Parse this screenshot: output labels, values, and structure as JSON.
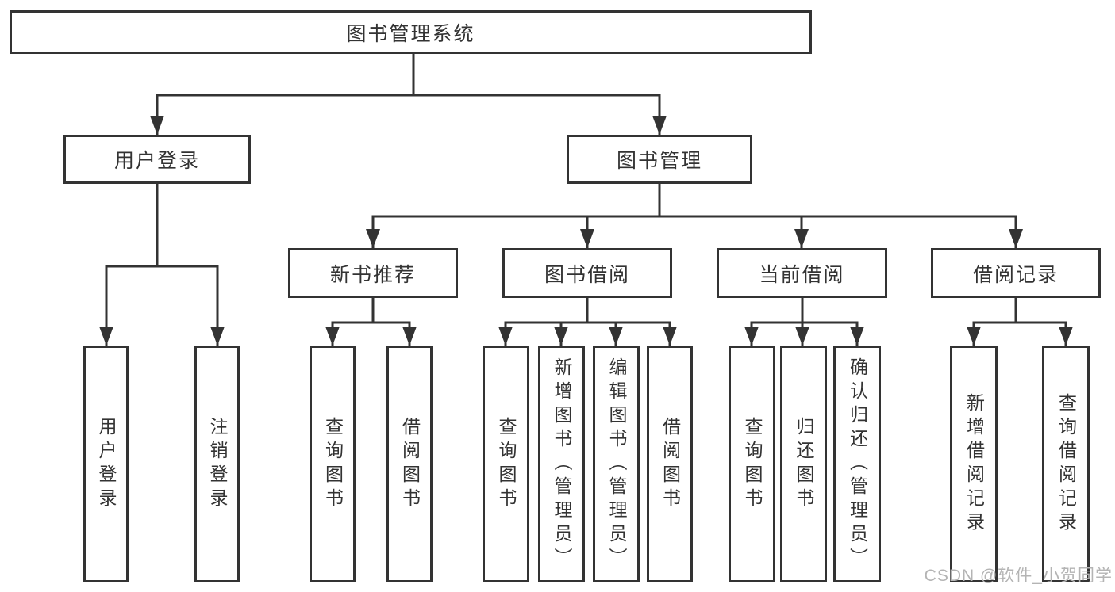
{
  "diagram": {
    "root": {
      "label": "图书管理系统"
    },
    "level2": {
      "user_login": {
        "label": "用户登录"
      },
      "book_management": {
        "label": "图书管理"
      }
    },
    "level3": {
      "new_book_recommend": {
        "label": "新书推荐"
      },
      "book_borrowing": {
        "label": "图书借阅"
      },
      "current_borrowing": {
        "label": "当前借阅"
      },
      "borrowing_records": {
        "label": "借阅记录"
      }
    },
    "leaves": {
      "user_login": [
        "用户登录",
        "注销登录"
      ],
      "new_book_recommend": [
        "查询图书",
        "借阅图书"
      ],
      "book_borrowing": [
        "查询图书",
        "新增图书（管理员）",
        "编辑图书（管理员）",
        "借阅图书"
      ],
      "current_borrowing": [
        "查询图书",
        "归还图书",
        "确认归还（管理员）"
      ],
      "borrowing_records": [
        "新增借阅记录",
        "查询借阅记录"
      ]
    },
    "watermark": "CSDN @软件_小贺同学",
    "colors": {
      "line": "#333333",
      "box_border": "#333333",
      "box_fill": "#ffffff",
      "text": "#333333",
      "watermark": "#b4b4b4"
    }
  }
}
